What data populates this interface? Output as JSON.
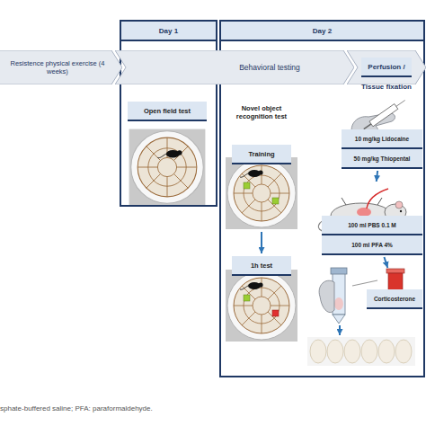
{
  "diagram": {
    "caption": "sphate-buffered saline; PFA: paraformaldehyde.",
    "nodes": [
      {
        "text": [
          "Day 1"
        ]
      },
      {
        "text": [
          "Day 2"
        ]
      },
      {
        "text": [
          "Resistence physical exercise (4 weeks)"
        ]
      },
      {
        "text": [
          "Behavioral testing"
        ]
      },
      {
        "text": [
          "Perfusion / Tissue fixation"
        ],
        "in": 1
      },
      {
        "text": [
          "Open field test"
        ],
        "in": 0
      },
      {
        "text": [
          "Training"
        ],
        "in": 1
      },
      {
        "text": [
          "1h test"
        ],
        "in": 1
      },
      {
        "text": [
          "10 mg/kg Lidocaine",
          "50 mg/kg Thiopental"
        ],
        "in": 1
      },
      {
        "text": [
          "100 ml PBS 0.1 M",
          "100 ml PFA 4%"
        ],
        "in": 1
      },
      {
        "text": [
          "Corticosterone"
        ],
        "in": 1
      }
    ],
    "edges": [
      {
        "from": 6,
        "to": 7,
        "arrow": "to"
      },
      {
        "from": 8,
        "to": 9,
        "arrow": "to"
      },
      {
        "from": 9,
        "to": 10,
        "arrow": "to"
      }
    ],
    "labels": [
      "Novel object recognition test"
    ]
  }
}
